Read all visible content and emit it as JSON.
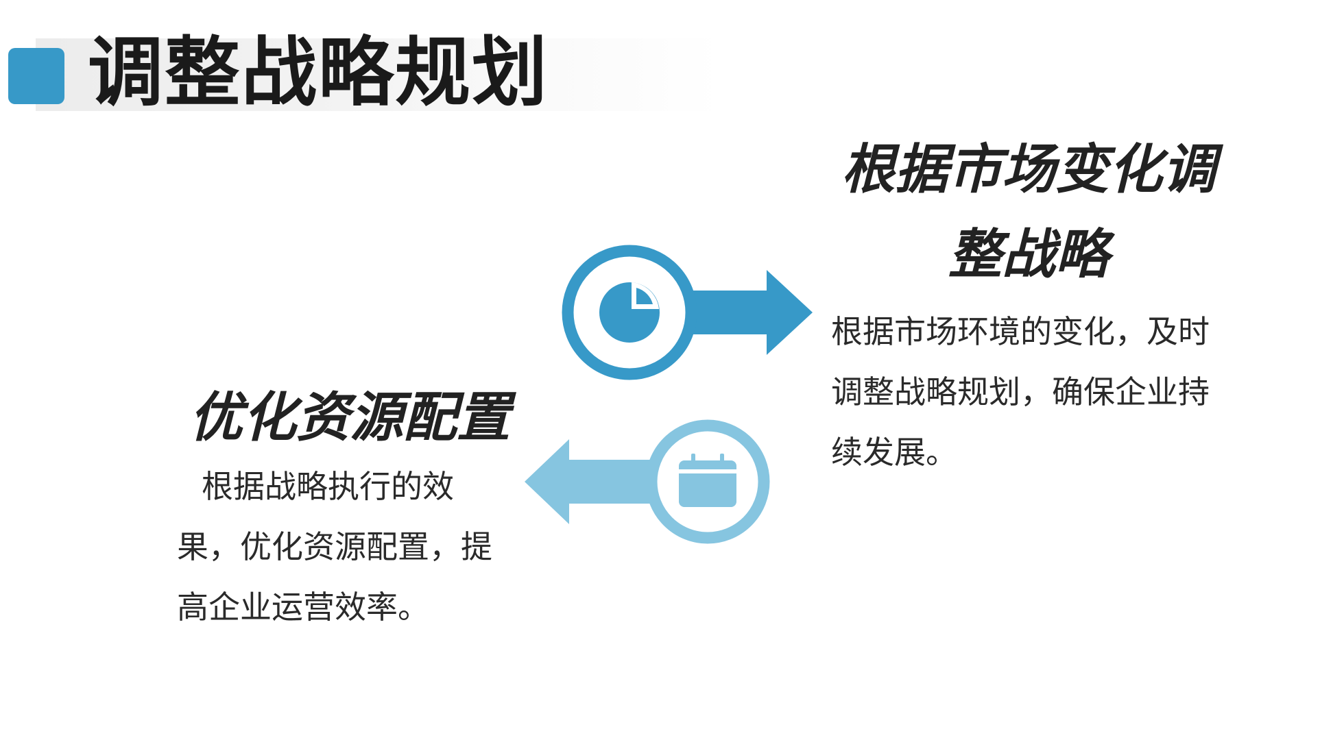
{
  "title": "调整战略规划",
  "colors": {
    "accent_dark": "#3799c8",
    "accent_light": "#86c5e0",
    "title_square": "#3799c8"
  },
  "right_block": {
    "heading": "根据市场变化调整战略",
    "body": "根据市场环境的变化，及时调整战略规划，确保企业持续发展。",
    "icon": "pie-chart-icon"
  },
  "left_block": {
    "heading": "优化资源配置",
    "body": "根据战略执行的效果，优化资源配置，提高企业运营效率。",
    "icon": "calendar-icon"
  }
}
